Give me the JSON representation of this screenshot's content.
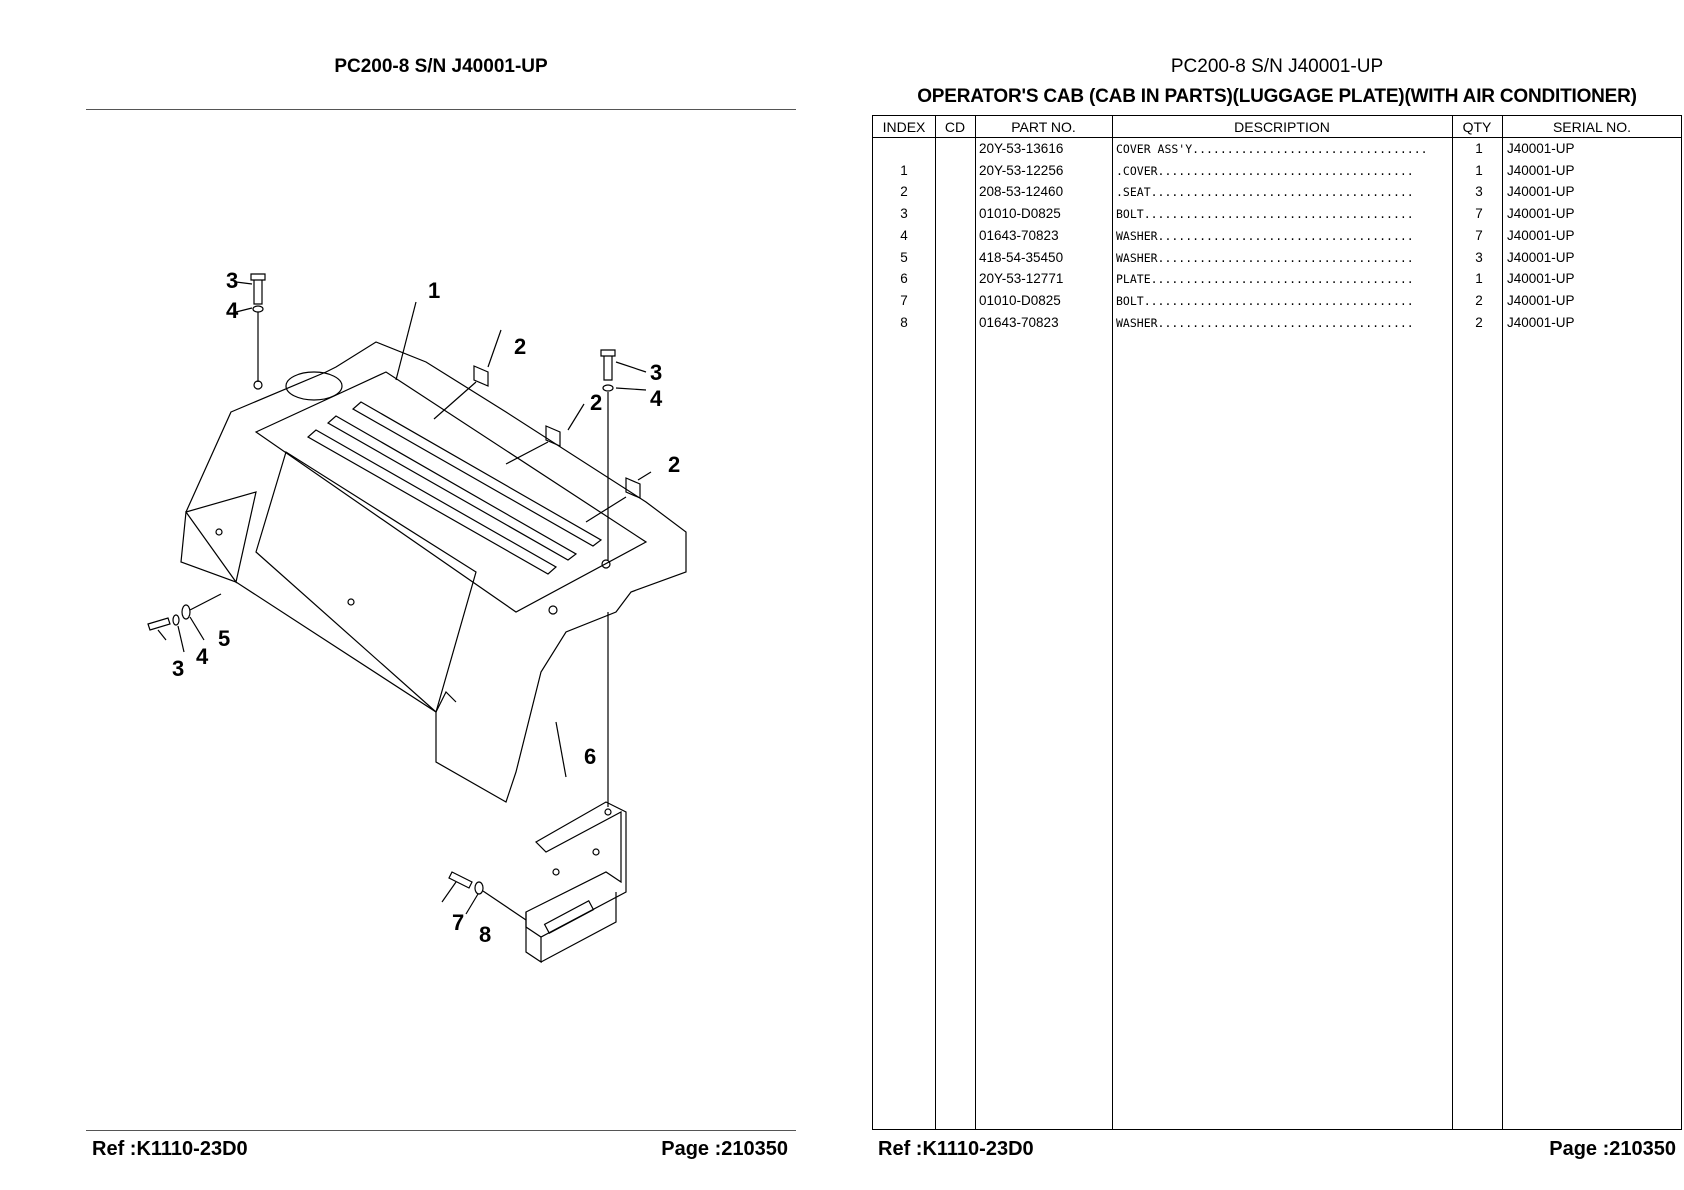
{
  "left": {
    "title": "PC200-8 S/N J40001-UP",
    "ref": "Ref :K1110-23D0",
    "page": "Page :210350",
    "callouts": [
      "1",
      "2",
      "2",
      "2",
      "3",
      "4",
      "3",
      "4",
      "3",
      "4",
      "5",
      "6",
      "7",
      "8"
    ]
  },
  "right": {
    "model": "PC200-8 S/N J40001-UP",
    "title": "OPERATOR'S CAB (CAB IN PARTS)(LUGGAGE PLATE)(WITH AIR CONDITIONER)",
    "ref": "Ref :K1110-23D0",
    "page": "Page :210350",
    "columns": {
      "index": "INDEX",
      "cd": "CD",
      "part_no": "PART NO.",
      "description": "DESCRIPTION",
      "qty": "QTY",
      "serial_no": "SERIAL NO."
    },
    "rows": [
      {
        "index": "",
        "cd": "",
        "part_no": "20Y-53-13616",
        "description": "COVER ASS'Y..................................",
        "qty": "1",
        "serial": "J40001-UP"
      },
      {
        "index": "1",
        "cd": "",
        "part_no": "20Y-53-12256",
        "description": ".COVER.....................................",
        "qty": "1",
        "serial": "J40001-UP"
      },
      {
        "index": "2",
        "cd": "",
        "part_no": "208-53-12460",
        "description": ".SEAT......................................",
        "qty": "3",
        "serial": "J40001-UP"
      },
      {
        "index": "3",
        "cd": "",
        "part_no": "01010-D0825",
        "description": "BOLT.......................................",
        "qty": "7",
        "serial": "J40001-UP"
      },
      {
        "index": "4",
        "cd": "",
        "part_no": "01643-70823",
        "description": "WASHER.....................................",
        "qty": "7",
        "serial": "J40001-UP"
      },
      {
        "index": "5",
        "cd": "",
        "part_no": "418-54-35450",
        "description": "WASHER.....................................",
        "qty": "3",
        "serial": "J40001-UP"
      },
      {
        "index": "6",
        "cd": "",
        "part_no": "20Y-53-12771",
        "description": "PLATE......................................",
        "qty": "1",
        "serial": "J40001-UP"
      },
      {
        "index": "7",
        "cd": "",
        "part_no": "01010-D0825",
        "description": "BOLT.......................................",
        "qty": "2",
        "serial": "J40001-UP"
      },
      {
        "index": "8",
        "cd": "",
        "part_no": "01643-70823",
        "description": "WASHER.....................................",
        "qty": "2",
        "serial": "J40001-UP"
      }
    ]
  }
}
